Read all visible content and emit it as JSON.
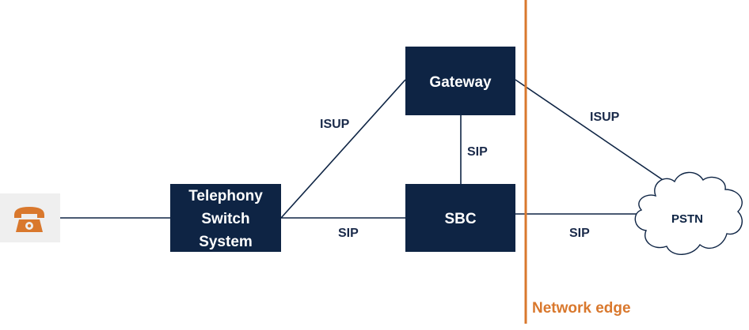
{
  "colors": {
    "box_fill": "#0e2444",
    "line": "#0e2444",
    "accent": "#d9782d",
    "phone_bg": "#efefef"
  },
  "icons": {
    "phone": "telephone-icon",
    "pstn": "cloud-icon"
  },
  "nodes": {
    "phone": {
      "icon": "telephone-icon"
    },
    "switch": {
      "lines": [
        "Telephony",
        "Switch",
        "System"
      ]
    },
    "gateway": {
      "label": "Gateway"
    },
    "sbc": {
      "label": "SBC"
    },
    "pstn": {
      "label": "PSTN"
    }
  },
  "edges": {
    "switch_gateway": "ISUP",
    "gateway_sbc": "SIP",
    "switch_sbc": "SIP",
    "gateway_pstn": "ISUP",
    "sbc_pstn": "SIP"
  },
  "network_edge": {
    "label": "Network edge"
  }
}
